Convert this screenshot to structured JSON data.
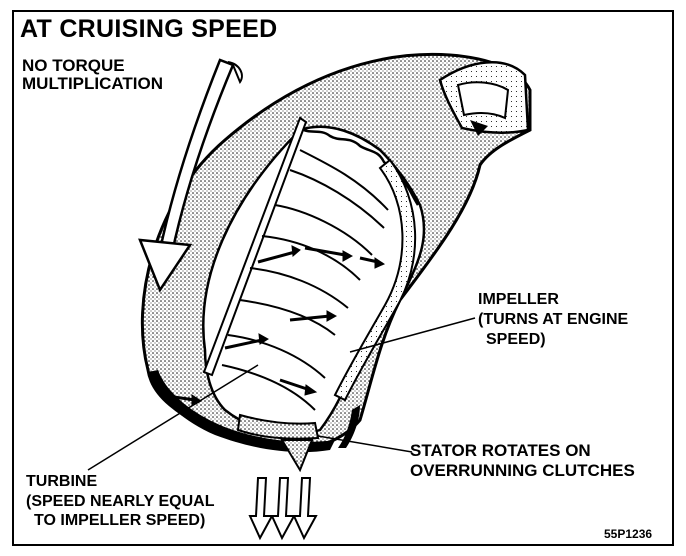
{
  "title": "AT CRUISING SPEED",
  "subtitle": [
    "NO TORQUE",
    "MULTIPLICATION"
  ],
  "labels": {
    "impeller": [
      "IMPELLER",
      "(TURNS AT ENGINE",
      "SPEED)"
    ],
    "stator": [
      "STATOR ROTATES ON",
      "OVERRUNNING CLUTCHES"
    ],
    "turbine": [
      "TURBINE",
      "(SPEED NEARLY EQUAL",
      "TO IMPELLER SPEED)"
    ]
  },
  "figure_code": "55P1236",
  "colors": {
    "ink": "#000000",
    "paper": "#ffffff"
  },
  "icons": [
    "rotation-arrow-icon",
    "output-arrows-icon"
  ]
}
